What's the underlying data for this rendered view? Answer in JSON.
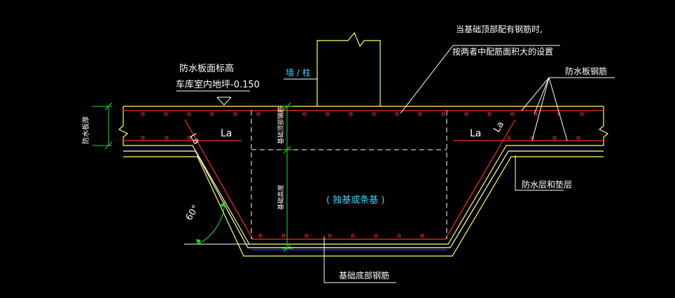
{
  "colors": {
    "background": "#000000",
    "concrete_outline": "#ffff66",
    "rebar": "#ff2a2a",
    "rebar_dot": "#ff3333",
    "waterproof_layer": "#ffffff",
    "waterproof_bottom": "#2a3cff",
    "dimension": "#22e022",
    "dashed": "#ffffff",
    "text_white": "#ffffff",
    "text_cyan": "#33d6ff",
    "leader": "#ffffff"
  },
  "labels": {
    "slab_level_line1": "防水板面标高",
    "slab_level_line2": "车库室内地坪-0.150",
    "wall_column": "墙 / 柱",
    "top_note_line1": "当基础顶部配有钢筋时,",
    "top_note_line2": "按两者中配筋面积大的设置",
    "slab_rebar": "防水板钢筋",
    "slab_thickness": "防水板厚",
    "found_top_rebar": "基础顶部钢筋",
    "found_height": "基础高度",
    "found_type": "( 独基或条基 )",
    "waterproof_layer": "防水层和垫层",
    "found_bottom_rebar": "基础底部钢筋",
    "la_left_h": "La",
    "la_left_d": "La",
    "la_right_h": "La",
    "la_right_d": "La",
    "angle": "60°"
  }
}
